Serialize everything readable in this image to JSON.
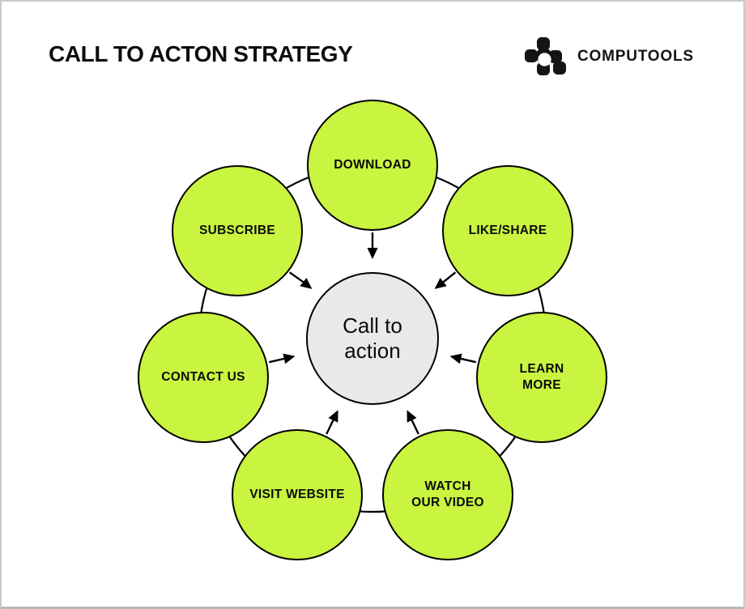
{
  "header": {
    "title": "CALL TO ACTON STRATEGY",
    "brand": {
      "name": "COMPUTOOLS",
      "icon": "computools-pixel-mark"
    }
  },
  "diagram": {
    "hub": {
      "lines": [
        "Call to",
        "action"
      ]
    },
    "nodes": [
      {
        "id": "download",
        "lines": [
          "DOWNLOAD"
        ]
      },
      {
        "id": "like-share",
        "lines": [
          "LIKE/SHARE"
        ]
      },
      {
        "id": "learn-more",
        "lines": [
          "LEARN",
          "MORE"
        ]
      },
      {
        "id": "watch-our-video",
        "lines": [
          "WATCH",
          "OUR VIDEO"
        ]
      },
      {
        "id": "visit-website",
        "lines": [
          "VISIT WEBSITE"
        ]
      },
      {
        "id": "contact-us",
        "lines": [
          "CONTACT US"
        ]
      },
      {
        "id": "subscribe",
        "lines": [
          "SUBSCRIBE"
        ]
      }
    ],
    "colors": {
      "node_fill": "#c9f43f",
      "hub_fill": "#e9e9e9",
      "stroke": "#000000",
      "background": "#ffffff",
      "page_border": "#c9c9c9"
    }
  }
}
